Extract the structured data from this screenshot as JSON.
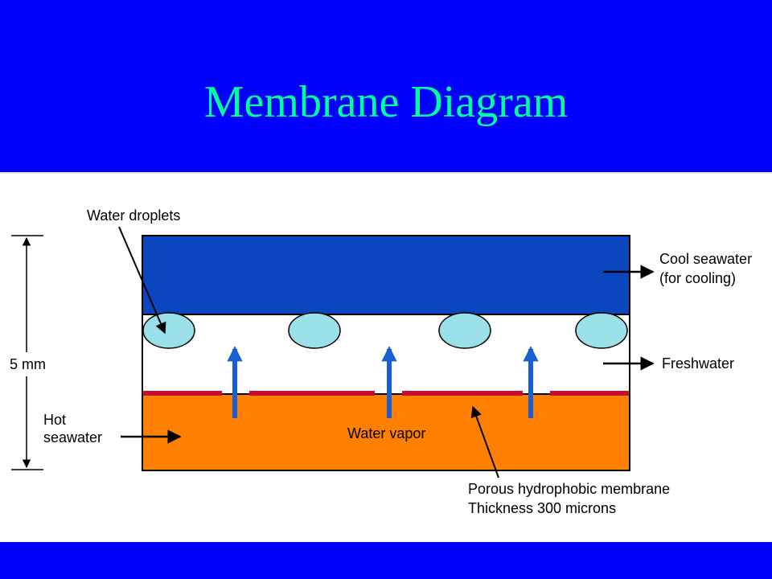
{
  "slide": {
    "title": "Membrane Diagram"
  },
  "labels": {
    "water_droplets": "Water droplets",
    "cool_seawater_line1": "Cool seawater",
    "cool_seawater_line2": "(for cooling)",
    "freshwater": "Freshwater",
    "dimension": "5 mm",
    "hot_seawater_line1": "Hot",
    "hot_seawater_line2": "seawater",
    "water_vapor": "Water vapor",
    "membrane_line1": "Porous hydrophobic membrane",
    "membrane_line2": "Thickness 300 microns"
  },
  "colors": {
    "background": "#0000ff",
    "title": "#00ff99",
    "cool_seawater": "#0a47bf",
    "hot_seawater": "#ff8000",
    "membrane": "#c8102e",
    "droplet": "#99e0e8",
    "vapor_arrow": "#1a5fd1"
  }
}
